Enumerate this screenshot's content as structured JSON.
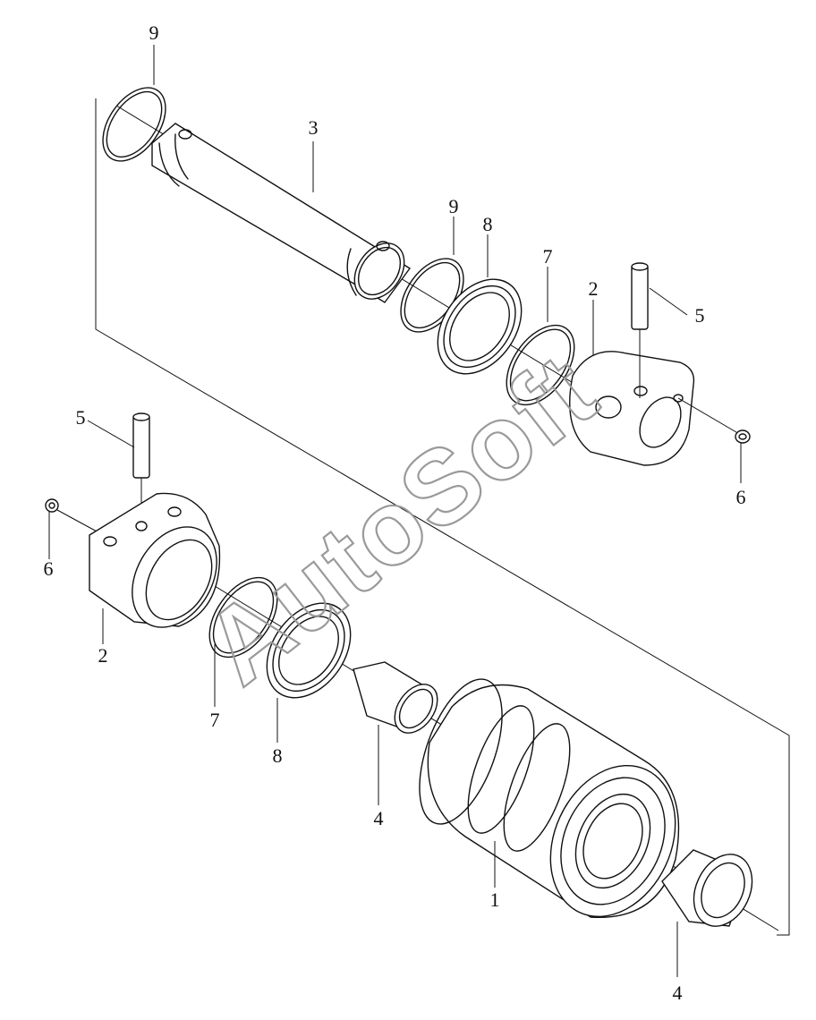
{
  "watermark": "AutoSoft",
  "callouts": {
    "c9a": "9",
    "c3": "3",
    "c9b": "9",
    "c8a": "8",
    "c7a": "7",
    "c2a": "2",
    "c5a": "5",
    "c6a": "6",
    "c5b": "5",
    "c6b": "6",
    "c2b": "2",
    "c7b": "7",
    "c8b": "8",
    "c4a": "4",
    "c1": "1",
    "c4b": "4"
  }
}
